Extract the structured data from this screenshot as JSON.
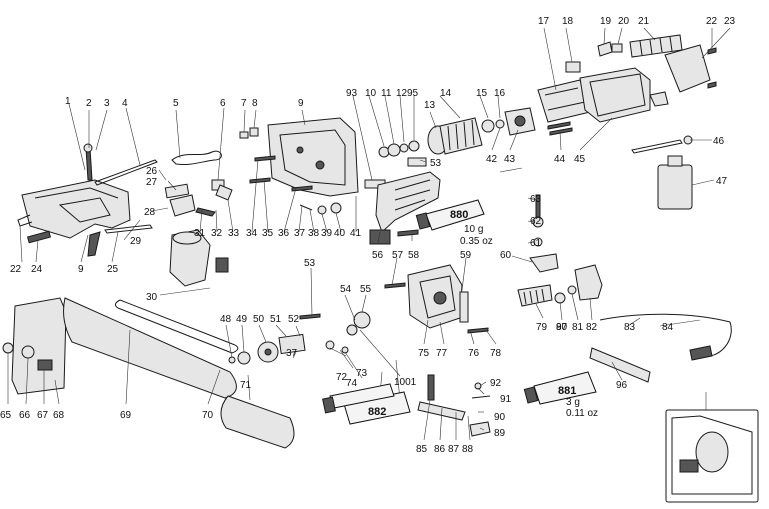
{
  "diagram": {
    "part_numbers": [
      "1",
      "2",
      "3",
      "4",
      "5",
      "6",
      "7",
      "8",
      "9",
      "9",
      "10",
      "11",
      "12",
      "95",
      "14",
      "15",
      "16",
      "17",
      "18",
      "19",
      "20",
      "21",
      "22",
      "23",
      "93",
      "13",
      "22",
      "24",
      "25",
      "26",
      "27",
      "28",
      "29",
      "30",
      "31",
      "32",
      "33",
      "34",
      "35",
      "36",
      "37",
      "38",
      "39",
      "40",
      "41",
      "42",
      "43",
      "44",
      "45",
      "46",
      "47",
      "48",
      "49",
      "50",
      "51",
      "52",
      "53",
      "54",
      "55",
      "56",
      "57",
      "58",
      "59",
      "60",
      "61",
      "62",
      "63",
      "65",
      "66",
      "67",
      "68",
      "69",
      "70",
      "71",
      "37",
      "72",
      "73",
      "74",
      "75",
      "76",
      "77",
      "78",
      "79",
      "80",
      "81",
      "82",
      "83",
      "84",
      "85",
      "86",
      "87",
      "88",
      "89",
      "90",
      "91",
      "92",
      "96",
      "97",
      "53",
      "1001"
    ],
    "tubes": [
      {
        "code": "880",
        "amount_g": "10 g",
        "amount_oz": "0.35 oz"
      },
      {
        "code": "881",
        "amount_g": "3 g",
        "amount_oz": "0.11 oz"
      },
      {
        "code": "882",
        "amount_g": "",
        "amount_oz": ""
      }
    ]
  }
}
